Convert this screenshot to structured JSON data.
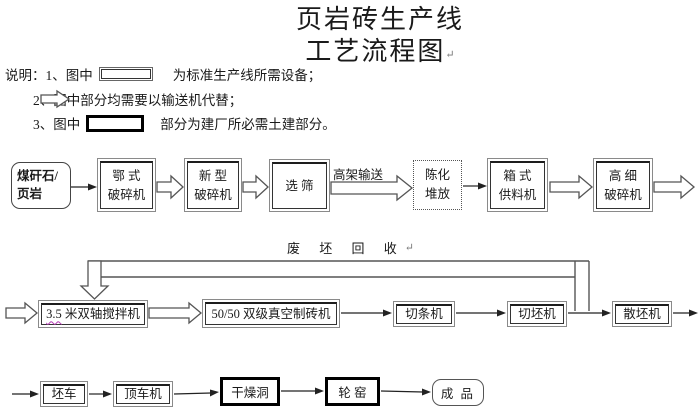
{
  "title": {
    "line1": "页岩砖生产线",
    "line2": "工艺流程图",
    "return_mark": "↵"
  },
  "legend": {
    "intro": "说明：",
    "item1": {
      "no": "1、",
      "pre": "图中",
      "post": "为标准生产线所需设备；"
    },
    "item2": {
      "no": "2、",
      "pre": "图中",
      "post": "部分均需要以输送机代替；"
    },
    "item3": {
      "no": "3、",
      "pre": "图中",
      "post": "部分为建厂所必需土建部分。"
    }
  },
  "flow": {
    "row1": {
      "source_line1": "煤矸石/",
      "source_line2": "页岩",
      "jaw_l1": "鄂 式",
      "jaw_l2": "破碎机",
      "new_l1": "新 型",
      "new_l2": "破碎机",
      "screen": "选 筛",
      "elevated_label": "高架输送",
      "aging_l1": "陈化",
      "aging_l2": "堆放",
      "feeder_l1": "箱 式",
      "feeder_l2": "供料机",
      "fine_l1": "高 细",
      "fine_l2": "破碎机"
    },
    "recycle_label": "废 坯 回 收",
    "recycle_mark": "↵",
    "row2": {
      "mixer_prefix": "3.5",
      "mixer_rest": " 米双轴搅拌机",
      "vacuum": "50/50 双级真空制砖机",
      "strip_cutter": "切条机",
      "blank_cutter": "切坯机",
      "blank_spreader": "散坯机"
    },
    "row3": {
      "cart": "坯车",
      "pusher": "顶车机",
      "drying": "干燥洞",
      "kiln": "轮 窑",
      "product": "成 品"
    }
  },
  "colors": {
    "ink": "#1a1a1a",
    "spellcheck_underline": "#b53ab5"
  }
}
